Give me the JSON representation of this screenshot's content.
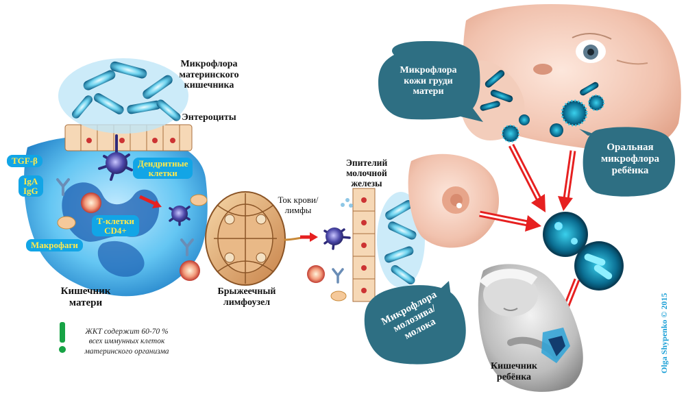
{
  "labels": {
    "maternal_microflora": "Микрофлора\nматеринского\nкишечника",
    "enterocytes": "Энтероциты",
    "mother_gut": "Кишечник\nматери",
    "mesenteric_node": "Брыжеечный\nлимфоузел",
    "blood_lymph": "Ток крови/\nлимфы",
    "mammary_epithelium": "Эпителий\nмолочной\nжелезы",
    "baby_gut": "Кишечник\nребёнка"
  },
  "tags": {
    "tgf": "TGF-β",
    "iga_igg": "IgA\nIgG",
    "dendritic": "Дендритные\nклетки",
    "tcells": "Т-клетки\nCD4+",
    "macrophages": "Макрофаги"
  },
  "bubbles": {
    "skin_microflora": "Микрофлора\nкожи груди\nматери",
    "oral_microflora": "Оральная\nмикрофлора\nребёнка",
    "colostrum_microflora": "Микрофлора\nмолозива/\nмолока"
  },
  "note": {
    "mark": "!",
    "text": "ЖКТ содержит 60-70 %\nвсех иммунных  клеток\nматеринского  организма"
  },
  "credit": "Olga Shypenko © 2015",
  "colors": {
    "bubble": "#2e6f83",
    "tag_bg": "#12a5e6",
    "tag_text": "#ffe94d",
    "arrow": "#e62020",
    "exclamation": "#17a345",
    "credit": "#1a9fd6"
  }
}
